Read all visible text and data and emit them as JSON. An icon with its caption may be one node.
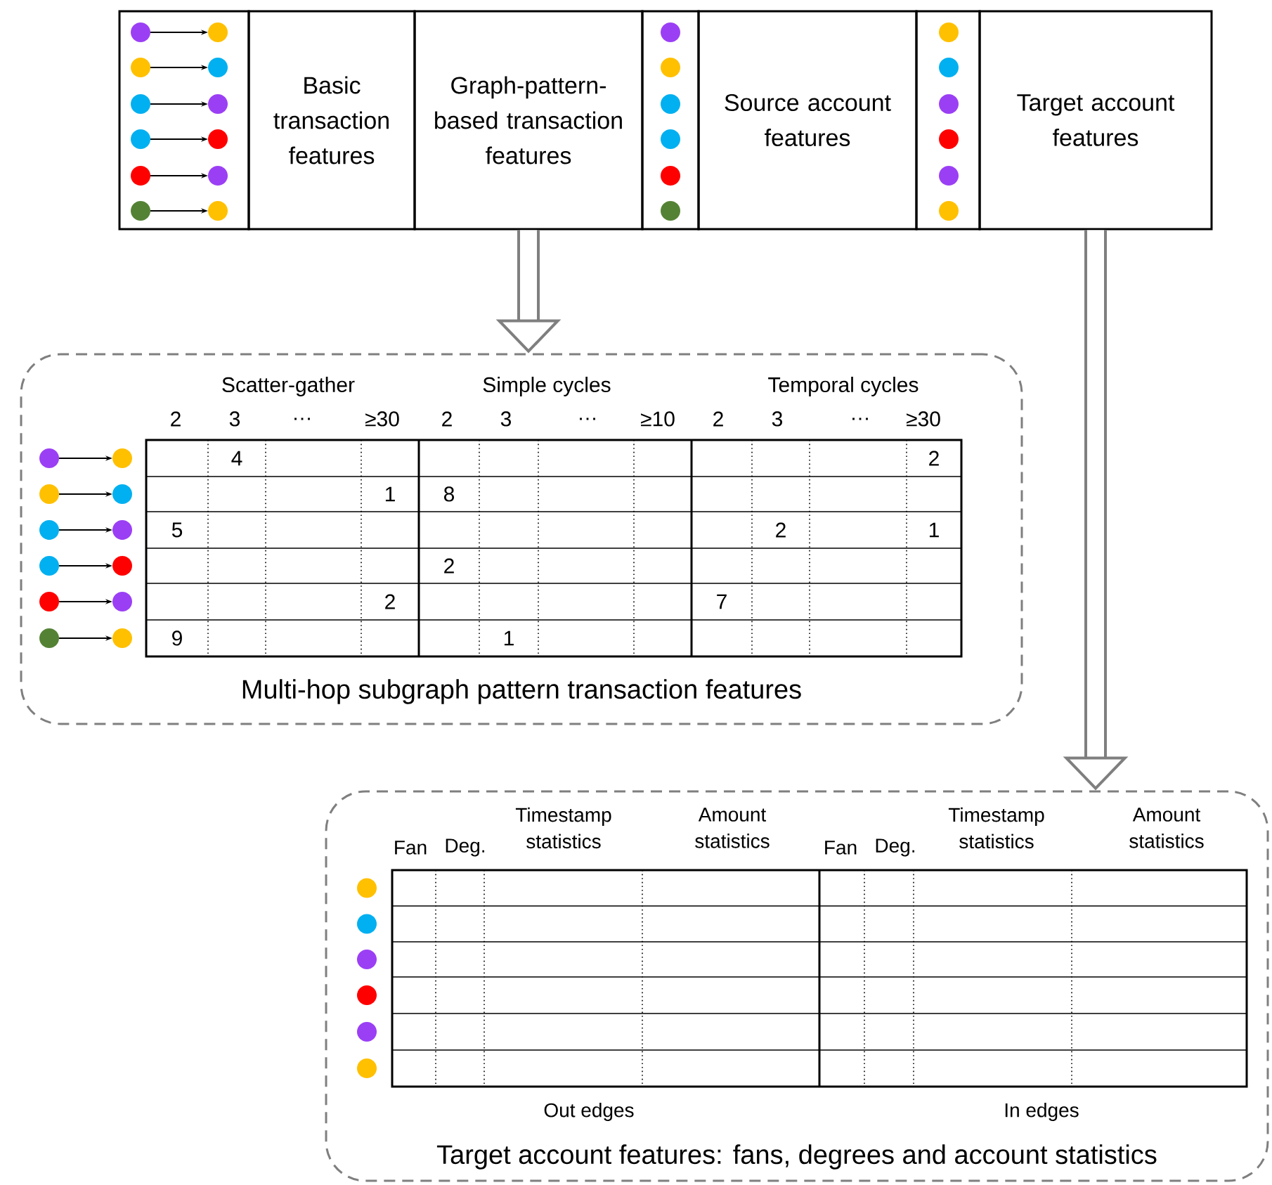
{
  "diagram": {
    "nodes": [
      {
        "text": [
          "Basic transaction features"
        ]
      },
      {
        "text": [
          "Graph-pattern-based transaction features"
        ]
      },
      {
        "text": [
          "Source account features"
        ]
      },
      {
        "text": [
          "Target account features"
        ]
      },
      {
        "text": [
          "Multi-hop subgraph pattern transaction features"
        ]
      },
      {
        "text": [
          "Target account features: fans, degrees and account statistics"
        ]
      }
    ],
    "edges": [
      {
        "from": 1,
        "to": 4,
        "arrow": "to"
      },
      {
        "from": 3,
        "to": 5,
        "arrow": "to"
      }
    ],
    "labels": [
      "Scatter-gather",
      "Simple cycles",
      "Temporal cycles",
      "2",
      "3",
      "…",
      "≥30",
      "2",
      "3",
      "…",
      "≥10",
      "2",
      "3",
      "…",
      "≥30",
      "4",
      "2",
      "1",
      "8",
      "5",
      "2",
      "1",
      "2",
      "2",
      "7",
      "9",
      "1",
      "Fan",
      "Deg.",
      "Timestamp statistics",
      "Amount statistics",
      "Fan",
      "Deg.",
      "Timestamp statistics",
      "Amount statistics",
      "Out edges",
      "In edges"
    ]
  }
}
